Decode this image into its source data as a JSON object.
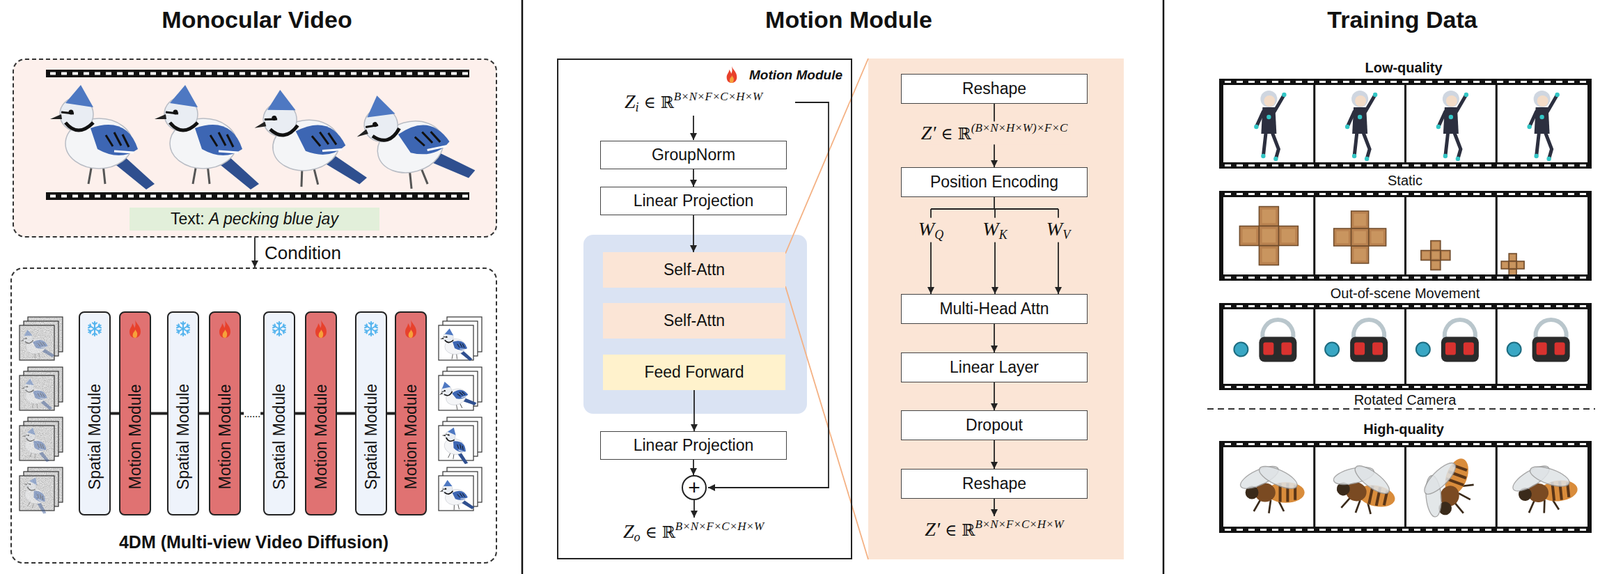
{
  "diagram": {
    "nodes": [
      {
        "text": [
          "Text:",
          "A pecking blue jay"
        ]
      },
      {
        "text": [
          "4DM (Multi-view Video Diffusion)"
        ]
      },
      {
        "text": [
          "Spatial Module"
        ],
        "in": 1
      },
      {
        "text": [
          "Motion Module"
        ],
        "in": 1
      },
      {
        "text": [
          "Spatial Module"
        ],
        "in": 1
      },
      {
        "text": [
          "Motion Module"
        ],
        "in": 1
      },
      {
        "text": [
          "Spatial Module"
        ],
        "in": 1
      },
      {
        "text": [
          "Motion Module"
        ],
        "in": 1
      },
      {
        "text": [
          "Spatial Module"
        ],
        "in": 1
      },
      {
        "text": [
          "Motion Module"
        ],
        "in": 1
      },
      {
        "text": [
          "Motion Module"
        ]
      },
      {
        "text": [
          "GroupNorm"
        ],
        "in": 10
      },
      {
        "text": [
          "Linear Projection"
        ],
        "in": 10
      },
      {
        "text": [
          "Self-Attn"
        ],
        "in": 10
      },
      {
        "text": [
          "Self-Attn"
        ],
        "in": 10
      },
      {
        "text": [
          "Feed Forward"
        ],
        "in": 10
      },
      {
        "text": [
          "Linear Projection"
        ],
        "in": 10
      },
      {
        "text": [
          "+"
        ],
        "in": 10
      },
      {
        "text": [
          "Reshape"
        ]
      },
      {
        "text": [
          "Position Encoding"
        ]
      },
      {
        "text": [
          "Multi-Head Attn"
        ]
      },
      {
        "text": [
          "Linear Layer"
        ]
      },
      {
        "text": [
          "Dropout"
        ]
      },
      {
        "text": [
          "Reshape"
        ]
      }
    ],
    "edges": [
      {
        "from": 0,
        "to": 1,
        "label": "Condition",
        "arrow": "to"
      },
      {
        "from": 2,
        "to": 3,
        "arrow": "none"
      },
      {
        "from": 3,
        "to": 4,
        "arrow": "none"
      },
      {
        "from": 4,
        "to": 5,
        "arrow": "none"
      },
      {
        "from": 5,
        "to": 6,
        "label": "......",
        "arrow": "none"
      },
      {
        "from": 6,
        "to": 7,
        "arrow": "none"
      },
      {
        "from": 7,
        "to": 8,
        "arrow": "none"
      },
      {
        "from": 8,
        "to": 9,
        "arrow": "none"
      },
      {
        "from": 11,
        "to": 12,
        "arrow": "to"
      },
      {
        "from": 12,
        "to": 13,
        "arrow": "to"
      },
      {
        "from": 15,
        "to": 16,
        "arrow": "to"
      },
      {
        "from": 16,
        "to": 17,
        "arrow": "to"
      },
      {
        "from": 18,
        "to": 19,
        "arrow": "to"
      },
      {
        "from": 19,
        "to": 20,
        "arrow": "to"
      },
      {
        "from": 20,
        "to": 21,
        "arrow": "to"
      },
      {
        "from": 21,
        "to": 22,
        "arrow": "to"
      },
      {
        "from": 22,
        "to": 23,
        "arrow": "to"
      }
    ],
    "labels": [
      "Monocular Video",
      "Motion Module",
      "Training Data",
      "Z",
      "i",
      "∈ ℝ",
      "B×N×F×C×H×W",
      "Z",
      "o",
      "∈ ℝ",
      "B×N×F×C×H×W",
      "Z′",
      "∈ ℝ",
      "(B×N×H×W)×F×C",
      "W",
      "Q",
      "W",
      "K",
      "W",
      "V",
      "Z′",
      "∈ ℝ",
      "B×N×F×C×H×W",
      "Low-quality",
      "Static",
      "Out-of-scene Movement",
      "Rotated Camera",
      "High-quality"
    ]
  }
}
